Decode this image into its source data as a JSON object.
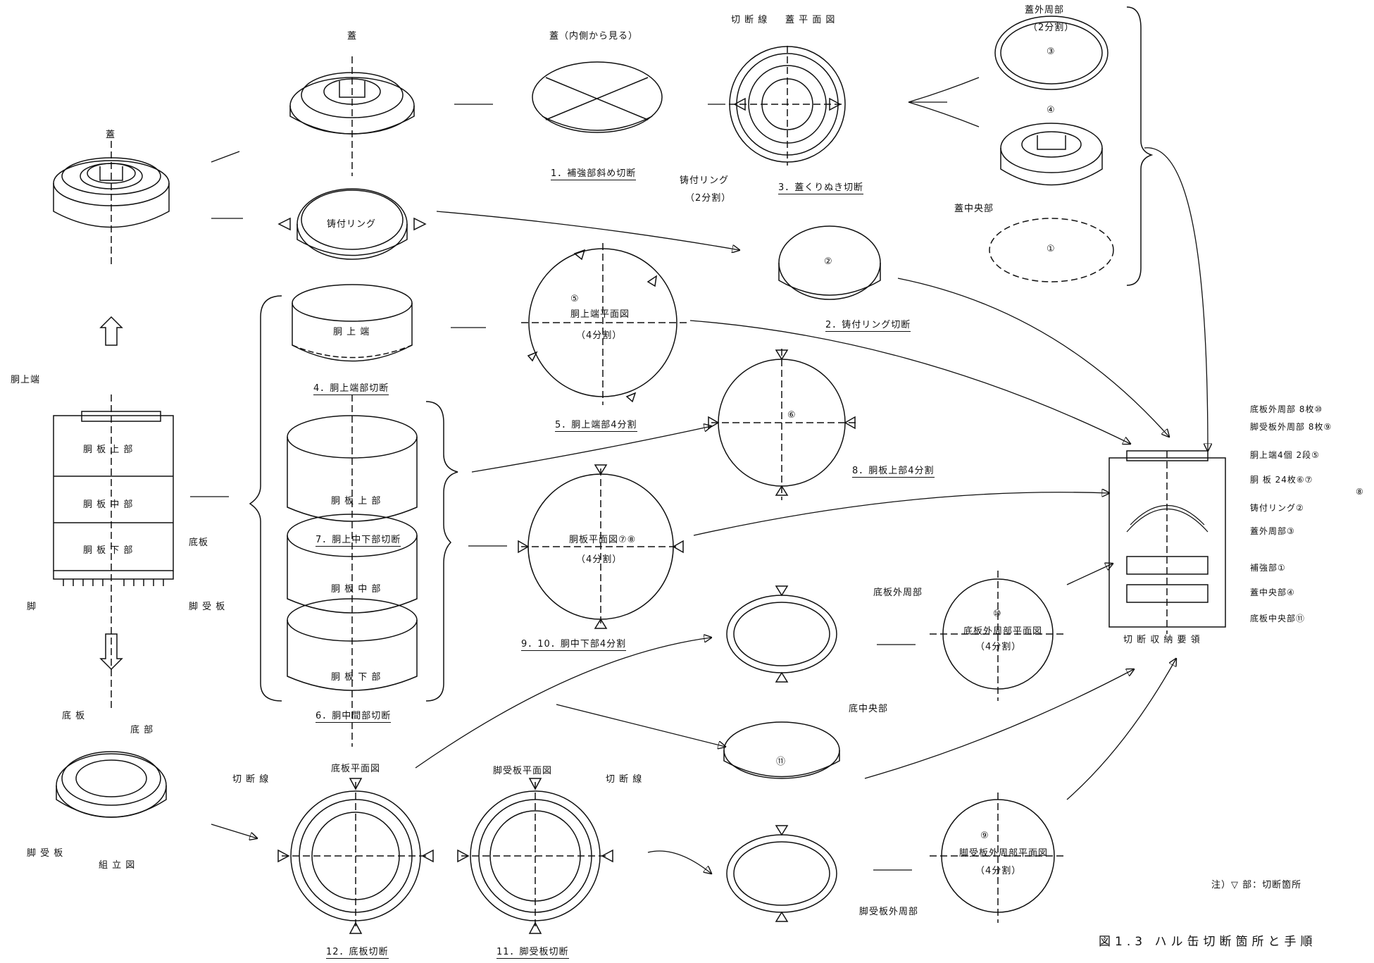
{
  "figure": {
    "caption": "図1.3 ハル缶切断箇所と手順",
    "note": "注）▽ 部：切断箇所"
  },
  "assembly": {
    "lid": "蓋",
    "body_top": "胴上端",
    "body_upper": "胴 板 上 部",
    "body_middle": "胴 板 中 部",
    "body_lower": "胴 板 下 部",
    "bottom_plate": "底板",
    "legs": "脚",
    "leg_plate": "脚 受 板",
    "bottom_part_a": "底 板",
    "bottom_part_b": "底 部",
    "bottom_leg_plate": "脚 受 板",
    "assembly_drawing": "組 立 図"
  },
  "column2": {
    "lid": "蓋",
    "ring": "铸付リング",
    "top_end": "胴 上 端",
    "step4": "4．胴上端部切断",
    "shell_upper": "胴 板 上 部",
    "step7": "7．胴上中下部切断",
    "shell_middle": "胴 板 中 部",
    "shell_lower": "胴 板 下 部",
    "step6": "6．胴中間部切断",
    "bottom_plan": "底板平面図",
    "cut_line": "切 断 線",
    "step12": "12．底板切断"
  },
  "column3": {
    "lid_inside": "蓋（内側から見る）",
    "step1": "1．補強部斜め切断",
    "top_plan": "胴上端平面図",
    "quarter": "（4分割）",
    "top_num": "⑤",
    "step5": "5．胴上端部4分割",
    "shell_plan": "胴板平面図⑦⑧",
    "shell_quarter": "（4分割）",
    "step910": "9．10．胴中下部4分割",
    "leg_plan": "脚受板平面図",
    "leg_cut_line": "切 断 線",
    "step11": "11．脚受板切断"
  },
  "column4": {
    "cut_line": "切 断 線",
    "lid_plan": "蓋 平 面 図",
    "step3": "3．蓋くりぬき切断",
    "ring_label": "铸付リング",
    "ring_split": "（2分割）",
    "ring_num": "②",
    "step2": "2．铸付リング切断",
    "six": "⑥",
    "step8": "8．胴板上部4分割",
    "bottom_outer": "底板外周部",
    "bottom_center": "底中央部",
    "eleven": "⑪",
    "leg_outer": "脚受板外周部"
  },
  "column5": {
    "lid_outer": "蓋外周部",
    "two_split": "（2分割）",
    "three": "③",
    "four": "④",
    "lid_center": "蓋中央部",
    "one": "①",
    "ten": "⑩",
    "bottom_outer_plan": "底板外周部平面図",
    "quarter_a": "（4分割）",
    "nine": "⑨",
    "leg_outer_plan": "脚受板外周部平面図",
    "quarter_b": "（4分割）"
  },
  "storage": {
    "legend": [
      "底板外周部 8枚⑩",
      "脚受板外周部 8枚⑨",
      "胴上端4個 2段⑤",
      "胴 板 24枚⑥⑦",
      "⑧",
      "铸付リング②",
      "蓋外周部③",
      "補強部①",
      "蓋中央部④",
      "底板中央部⑪"
    ],
    "title": "切 断 収 納 要 領"
  }
}
